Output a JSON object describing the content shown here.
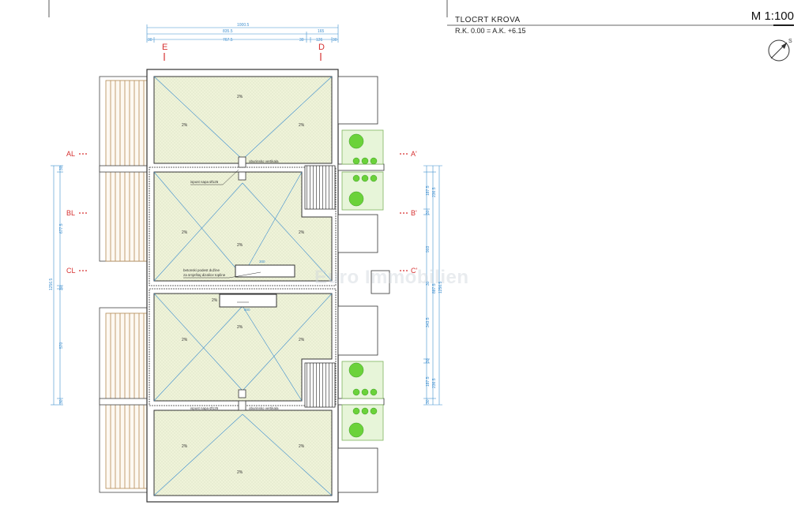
{
  "title_block": {
    "title": "TLOCRT KROVA",
    "level": "R.K. 0.00 = A.K. +6.15",
    "scale": "M 1:100",
    "north": "S"
  },
  "axes": {
    "top": [
      "E",
      "D"
    ],
    "left": [
      "AL",
      "BL",
      "CL"
    ],
    "right": [
      "A'",
      "B'",
      "C'"
    ]
  },
  "dims_top": {
    "overall": "1000.5",
    "mid_left": "835.5",
    "mid_right": "165",
    "seg_a": "30",
    "seg_b": "767.5",
    "seg_c": "30",
    "seg_d": "126",
    "seg_e": "30"
  },
  "dims_left": {
    "total": "1256.5",
    "seg1": "30",
    "seg2": "677.5",
    "seg3": "30",
    "seg4": "570",
    "seg5": "30"
  },
  "dims_right": {
    "outer": "1256.5",
    "inner": "887.5",
    "s1": "236.5",
    "s2": "187.5",
    "s3": "30",
    "s4": "903",
    "s5": "30",
    "s6": "343.5",
    "s7": "30",
    "s8": "187.5",
    "s9": "30",
    "s10": "236.5"
  },
  "slopes": [
    "2%",
    "2%",
    "2%",
    "2%",
    "2%",
    "2%",
    "2%",
    "2%",
    "2%",
    "2%",
    "2%",
    "2%",
    "2%"
  ],
  "annotations": {
    "vent_top": "oburinsko vertikala",
    "outlet_top": "ispust napa Ø125",
    "ridge": "betonski podest dužine",
    "ridge2": "za smještaj dizalice topline",
    "ridge_dim_top": "300",
    "ridge_dim_bot": "300",
    "outlet_bot": "ispust napa Ø125",
    "vent_bot": "oburinsko vertikala"
  },
  "watermark": "Euro Immobilien",
  "colors": {
    "roof": "#eff3d9",
    "tree": "#6bd23a",
    "dim": "#3e8fcf",
    "axis": "#d63131",
    "line": "#333333"
  }
}
